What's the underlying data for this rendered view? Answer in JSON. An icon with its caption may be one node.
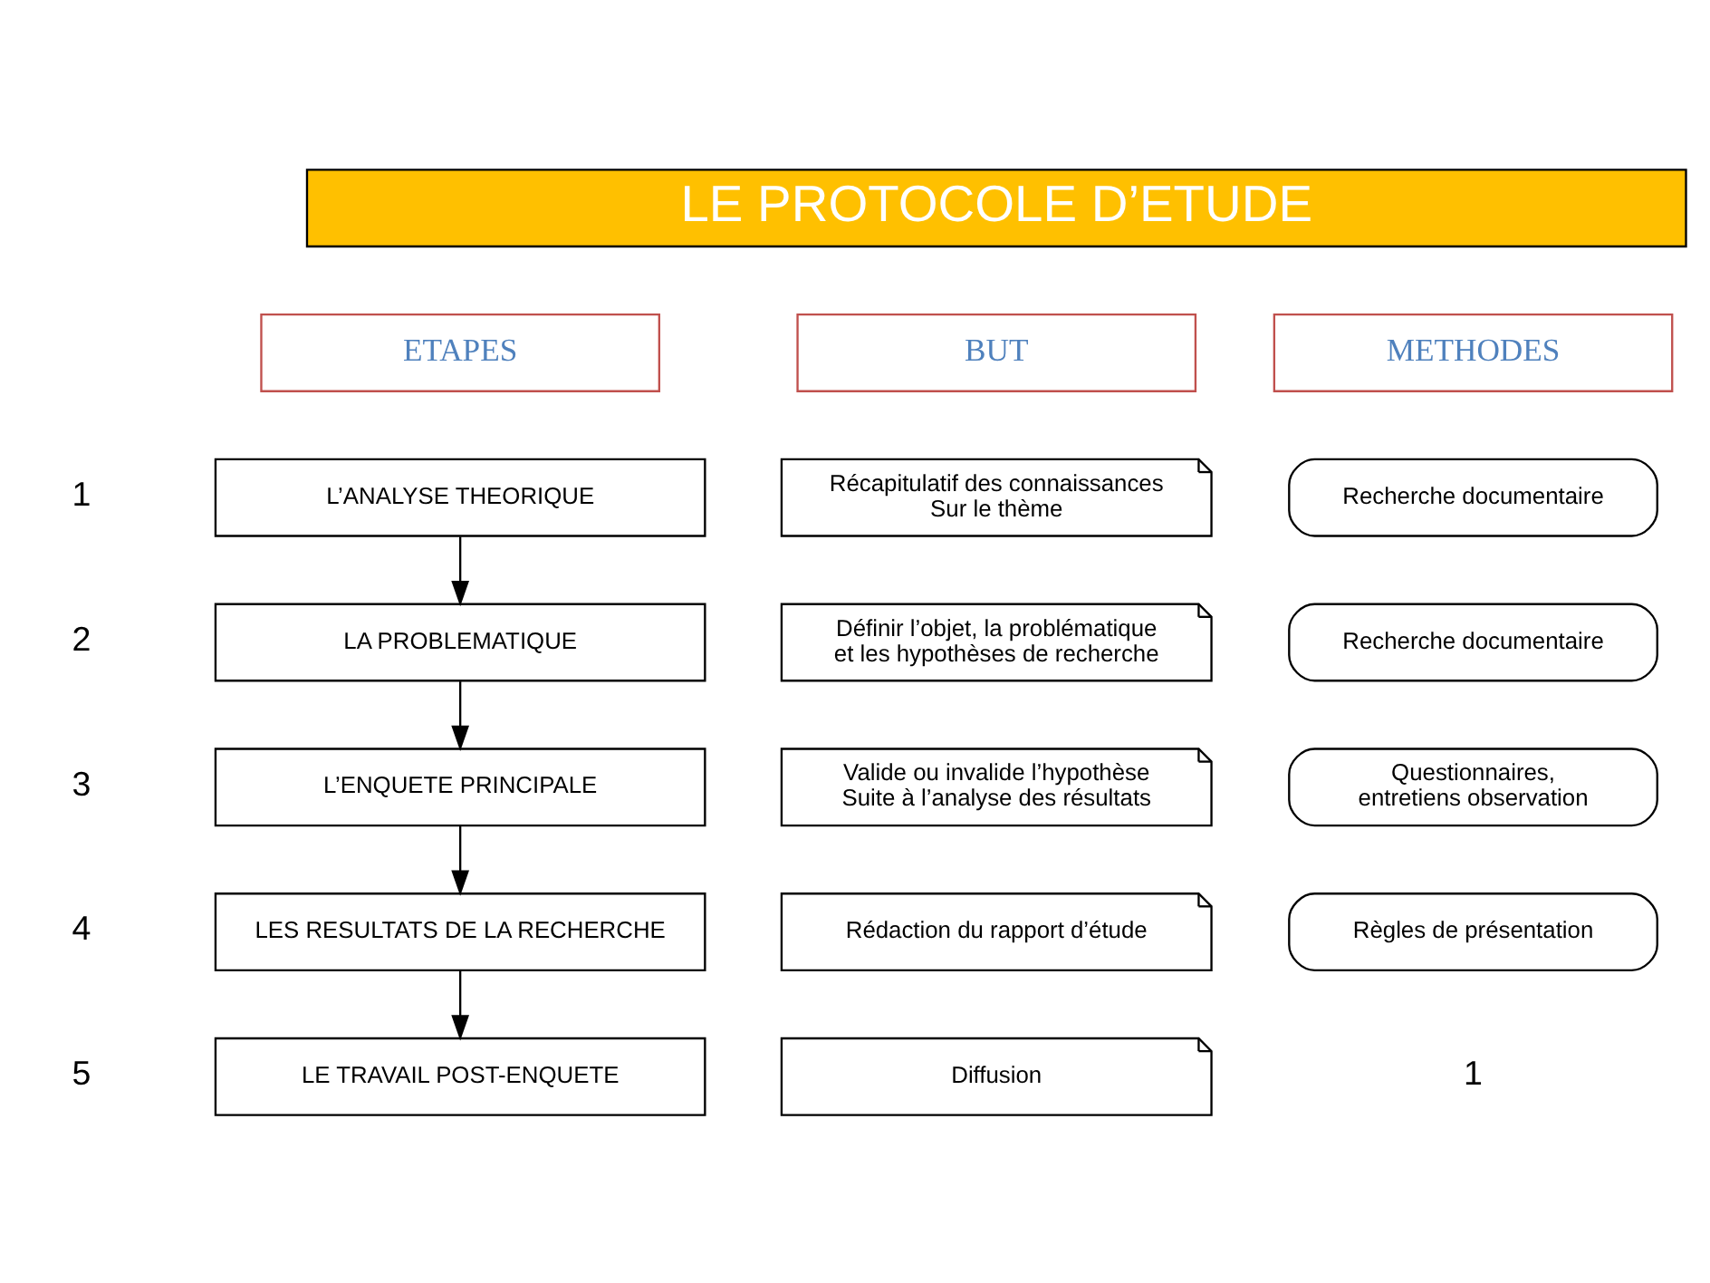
{
  "diagram": {
    "nodes": [
      {
        "text": [
          "LE PROTOCOLE D’ETUDE"
        ]
      },
      {
        "text": [
          "ETAPES"
        ]
      },
      {
        "text": [
          "BUT"
        ]
      },
      {
        "text": [
          "METHODES"
        ]
      },
      {
        "text": [
          "L’ANALYSE THEORIQUE"
        ]
      },
      {
        "text": [
          "LA PROBLEMATIQUE"
        ]
      },
      {
        "text": [
          "L’ENQUETE PRINCIPALE"
        ]
      },
      {
        "text": [
          "LES RESULTATS DE LA RECHERCHE"
        ]
      },
      {
        "text": [
          "LE TRAVAIL POST-ENQUETE"
        ]
      },
      {
        "text": [
          "Récapitulatif des connaissances Sur le thème"
        ]
      },
      {
        "text": [
          "Définir l’objet, la problématique et les hypothèses de recherche"
        ]
      },
      {
        "text": [
          "Valide ou invalide l’hypothèse Suite à l’analyse des résultats"
        ]
      },
      {
        "text": [
          "Rédaction du rapport d’étude"
        ]
      },
      {
        "text": [
          "Diffusion"
        ]
      },
      {
        "text": [
          "Recherche documentaire"
        ]
      },
      {
        "text": [
          "Recherche documentaire"
        ]
      },
      {
        "text": [
          "Questionnaires, entretiens observation"
        ]
      },
      {
        "text": [
          "Règles de présentation"
        ]
      }
    ],
    "edges": [
      {
        "from": 4,
        "to": 5,
        "arrow": "to"
      },
      {
        "from": 5,
        "to": 6,
        "arrow": "to"
      },
      {
        "from": 6,
        "to": 7,
        "arrow": "to"
      },
      {
        "from": 7,
        "to": 8,
        "arrow": "to"
      }
    ],
    "labels": [
      "1",
      "2",
      "3",
      "4",
      "5",
      "1"
    ]
  }
}
